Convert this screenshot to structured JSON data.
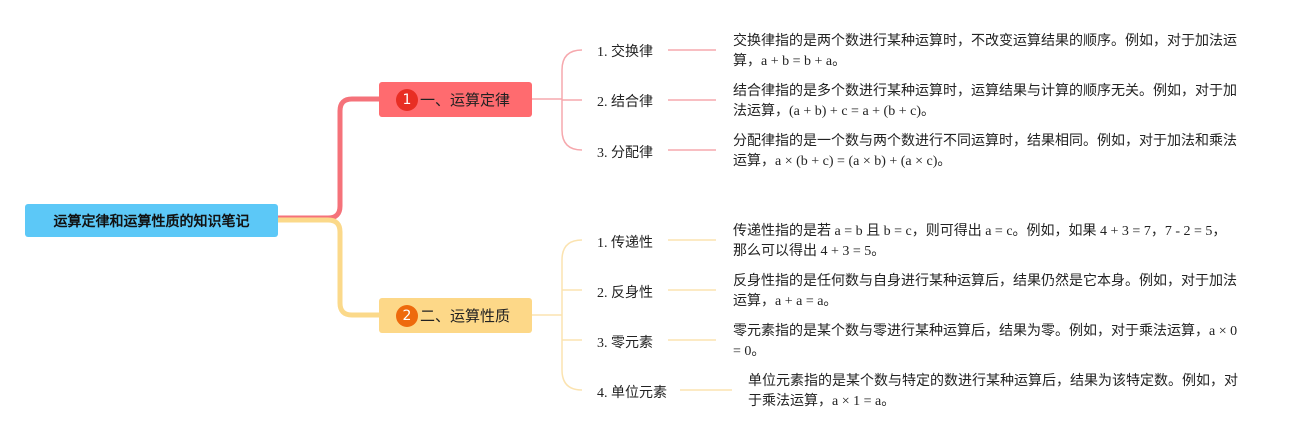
{
  "root": {
    "title": "运算定律和运算性质的知识笔记"
  },
  "branches": [
    {
      "number": "1",
      "title": "一、运算定律",
      "color": "#ff6b6f",
      "items": [
        {
          "label": "1. 交换律",
          "desc": "交换律指的是两个数进行某种运算时，不改变运算结果的顺序。例如，对于加法运算，a + b = b + a。"
        },
        {
          "label": "2. 结合律",
          "desc": "结合律指的是多个数进行某种运算时，运算结果与计算的顺序无关。例如，对于加法运算，(a + b) + c = a + (b + c)。"
        },
        {
          "label": "3. 分配律",
          "desc": "分配律指的是一个数与两个数进行不同运算时，结果相同。例如，对于加法和乘法运算，a × (b + c) = (a × b) + (a × c)。"
        }
      ]
    },
    {
      "number": "2",
      "title": "二、运算性质",
      "color": "#fdd888",
      "items": [
        {
          "label": "1. 传递性",
          "desc": "传递性指的是若 a = b 且 b = c，则可得出 a = c。例如，如果 4 + 3 = 7，7 - 2 = 5，那么可以得出 4 + 3 = 5。"
        },
        {
          "label": "2. 反身性",
          "desc": "反身性指的是任何数与自身进行某种运算后，结果仍然是它本身。例如，对于加法运算，a + a = a。"
        },
        {
          "label": "3. 零元素",
          "desc": "零元素指的是某个数与零进行某种运算后，结果为零。例如，对于乘法运算，a × 0 = 0。"
        },
        {
          "label": "4. 单位元素",
          "desc": "单位元素指的是某个数与特定的数进行某种运算后，结果为该特定数。例如，对于乘法运算，a × 1 = a。"
        }
      ]
    }
  ]
}
